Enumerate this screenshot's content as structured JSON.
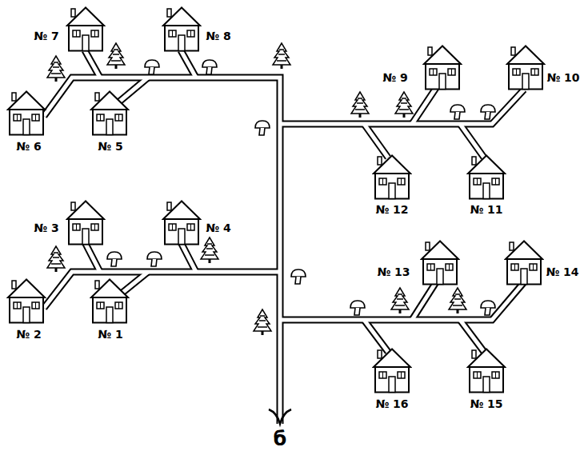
{
  "diagram": {
    "nodes": [
      {
        "text": [
          "№ 7"
        ]
      },
      {
        "text": [
          "№ 8"
        ]
      },
      {
        "text": [
          "№ 6"
        ]
      },
      {
        "text": [
          "№ 5"
        ]
      },
      {
        "text": [
          "№ 9"
        ]
      },
      {
        "text": [
          "№ 10"
        ]
      },
      {
        "text": [
          "№ 12"
        ]
      },
      {
        "text": [
          "№ 11"
        ]
      },
      {
        "text": [
          "№ 3"
        ]
      },
      {
        "text": [
          "№ 4"
        ]
      },
      {
        "text": [
          "№ 2"
        ]
      },
      {
        "text": [
          "№ 1"
        ]
      },
      {
        "text": [
          "№ 13"
        ]
      },
      {
        "text": [
          "№ 14"
        ]
      },
      {
        "text": [
          "№ 16"
        ]
      },
      {
        "text": [
          "№ 15"
        ]
      }
    ],
    "labels": [
      "б"
    ]
  }
}
